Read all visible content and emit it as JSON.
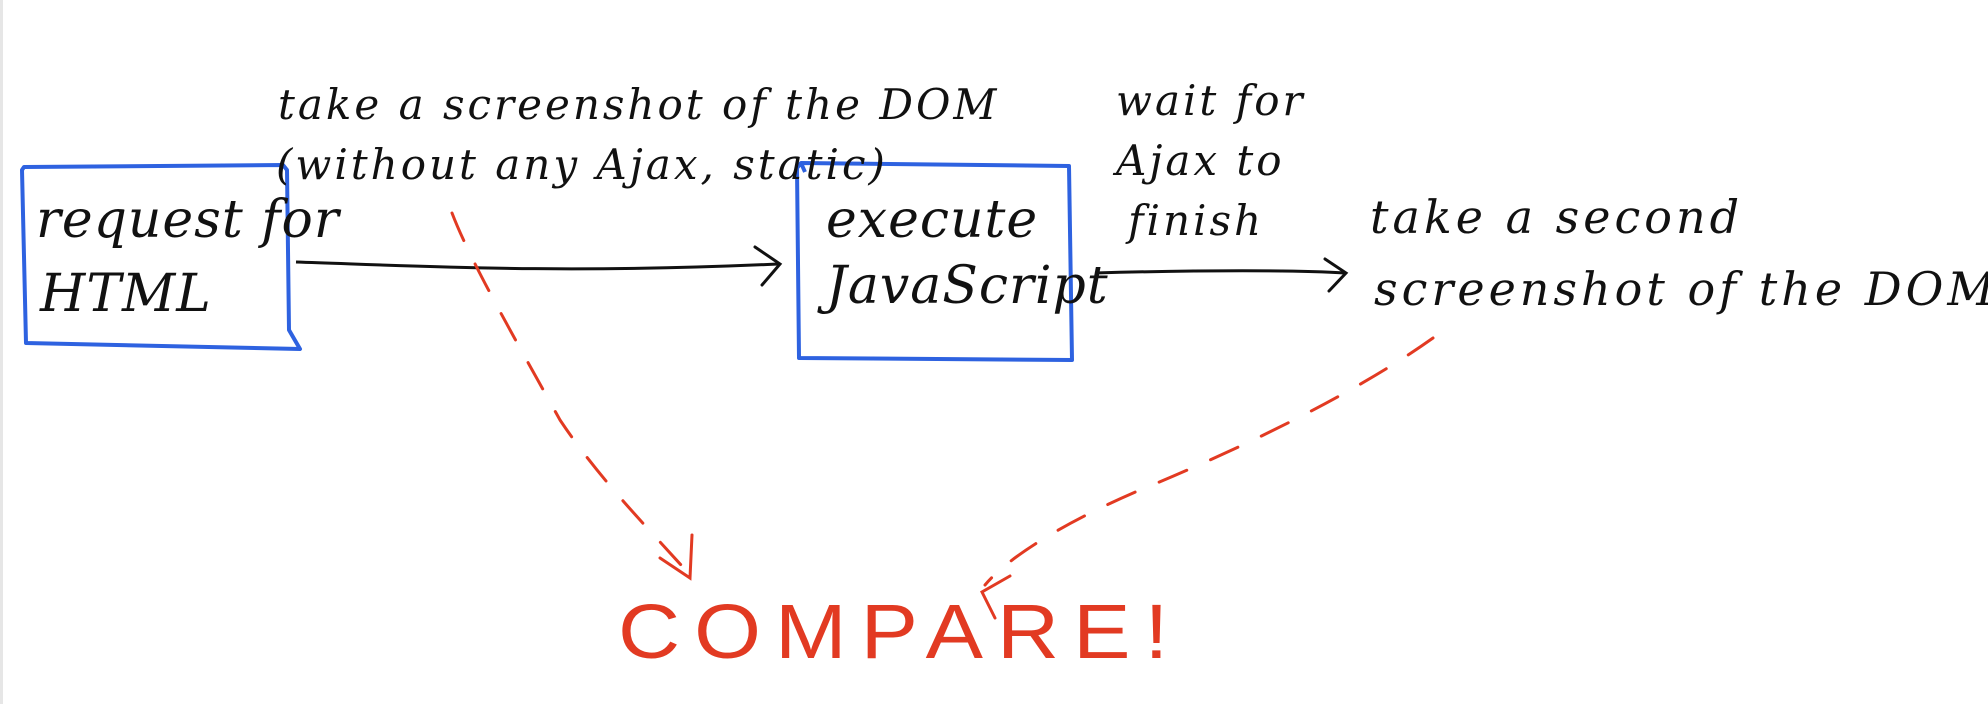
{
  "diagram": {
    "nodes": {
      "request": {
        "line1": "request for",
        "line2": "HTML"
      },
      "execute": {
        "line1": "execute",
        "line2": "JavaScript"
      }
    },
    "labels": {
      "first_screenshot_line1": "take a screenshot of the DOM",
      "first_screenshot_line2": "(without any Ajax, static)",
      "wait_line1": "wait for",
      "wait_line2": "Ajax to",
      "wait_line3": "finish",
      "second_screenshot_line1": "take a second",
      "second_screenshot_line2": "screenshot of the DOM"
    },
    "result": "COMPARE!",
    "colors": {
      "box_stroke": "#2e62e0",
      "ink": "#111111",
      "compare_red": "#e23a22"
    }
  }
}
